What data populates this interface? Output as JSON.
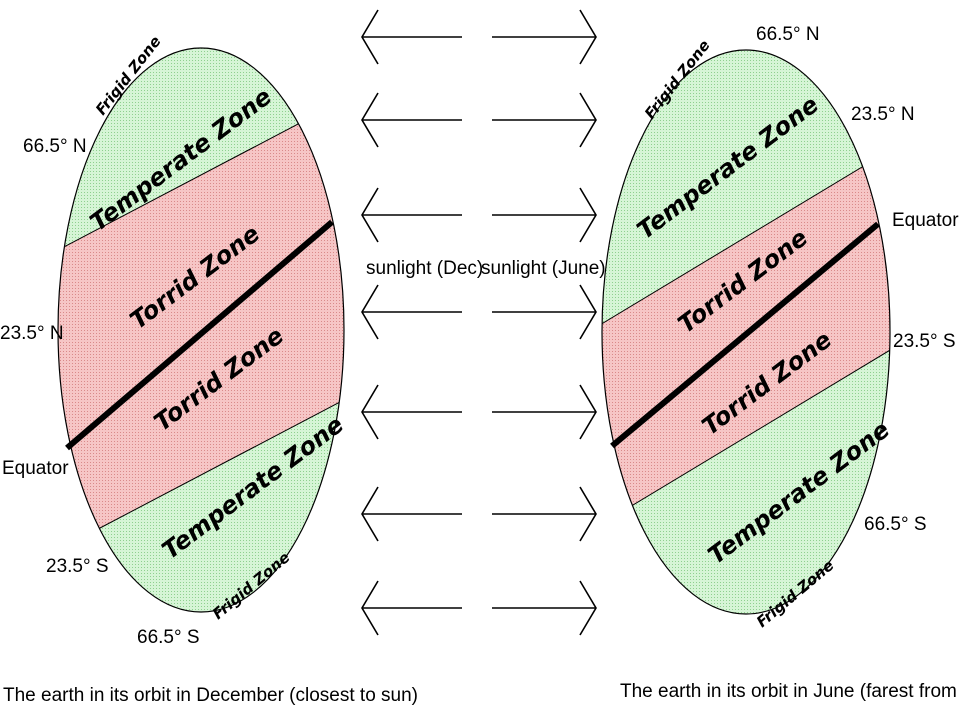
{
  "arrows": {
    "dec_label": "sunlight (Dec)",
    "june_label": "sunlight (June)"
  },
  "december": {
    "caption": "The earth in its orbit in December (closest to sun)",
    "zones": {
      "frigid_north": "Frigid Zone",
      "temperate_north": "Temperate Zone",
      "torrid_north": "Torrid Zone",
      "torrid_south": "Torrid Zone",
      "temperate_south": "Temperate Zone",
      "frigid_south": "Frigid Zone"
    },
    "latitudes": {
      "arctic": "66.5° N",
      "cancer": "23.5° N",
      "equator": "Equator",
      "capricorn": "23.5° S",
      "antarctic": "66.5° S"
    }
  },
  "june": {
    "caption": "The earth in its orbit in June (farest from sun)",
    "zones": {
      "frigid_north": "Frigid Zone",
      "temperate_north": "Temperate Zone",
      "torrid_north": "Torrid Zone",
      "torrid_south": "Torrid Zone",
      "temperate_south": "Temperate Zone",
      "frigid_south": "Frigid Zone"
    },
    "latitudes": {
      "arctic": "66.5° N",
      "cancer": "23.5° N",
      "equator": "Equator",
      "capricorn": "23.5° S",
      "antarctic": "66.5° S"
    }
  },
  "colors": {
    "frigid": "#66ffff",
    "temperate": "#c8f0c8",
    "torrid": "#f2b8b8",
    "equator_line": "#000000"
  }
}
